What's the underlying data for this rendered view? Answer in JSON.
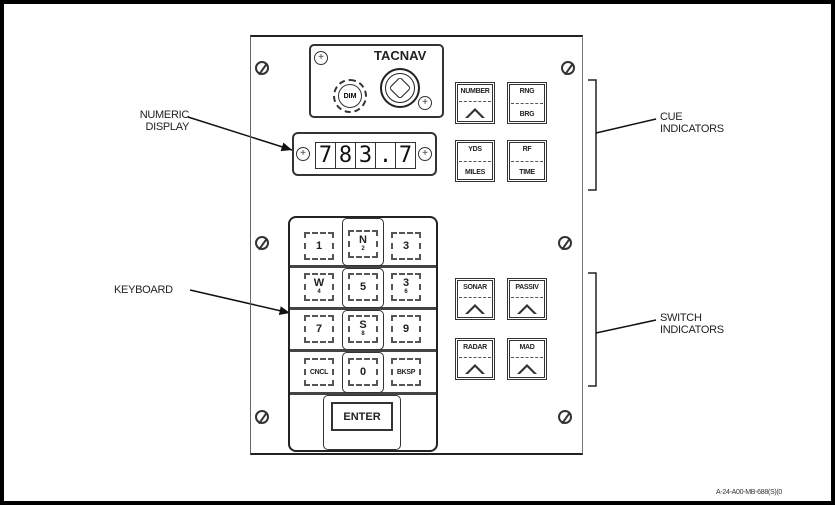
{
  "tacnav": {
    "title": "TACNAV",
    "dim_knob_label": "DIM"
  },
  "numeric_display": {
    "digits": [
      "7",
      "8",
      "3",
      ".",
      "7"
    ]
  },
  "cue_indicators": [
    {
      "name": "number",
      "top": "NUMBER",
      "bottom": "",
      "has_triangle": true
    },
    {
      "name": "rng-brg",
      "top": "RNG",
      "bottom": "BRG",
      "has_triangle": false
    },
    {
      "name": "yds-miles",
      "top": "YDS",
      "bottom": "MILES",
      "has_triangle": false
    },
    {
      "name": "rf-time",
      "top": "RF",
      "bottom": "TIME",
      "has_triangle": false
    }
  ],
  "switch_indicators": [
    {
      "name": "sonar",
      "label": "SONAR"
    },
    {
      "name": "passiv",
      "label": "PASSIV"
    },
    {
      "name": "radar",
      "label": "RADAR"
    },
    {
      "name": "mad",
      "label": "MAD"
    }
  ],
  "keyboard": {
    "keys": [
      {
        "main": "1",
        "sub": ""
      },
      {
        "main": "N",
        "sub": "2"
      },
      {
        "main": "3",
        "sub": ""
      },
      {
        "main": "W",
        "sub": "4"
      },
      {
        "main": "5",
        "sub": ""
      },
      {
        "main": "3",
        "sub": "6"
      },
      {
        "main": "7",
        "sub": ""
      },
      {
        "main": "S",
        "sub": "8"
      },
      {
        "main": "9",
        "sub": ""
      },
      {
        "main": "CNCL",
        "sub": ""
      },
      {
        "main": "0",
        "sub": ""
      },
      {
        "main": "BKSP",
        "sub": ""
      }
    ],
    "enter_label": "ENTER"
  },
  "callouts": {
    "numeric_display": [
      "NUMERIC",
      "DISPLAY"
    ],
    "keyboard": "KEYBOARD",
    "cue_indicators": [
      "CUE",
      "INDICATORS"
    ],
    "switch_indicators": [
      "SWITCH",
      "INDICATORS"
    ]
  },
  "figure_id": "A-24-A00-MB-688(S)(0"
}
